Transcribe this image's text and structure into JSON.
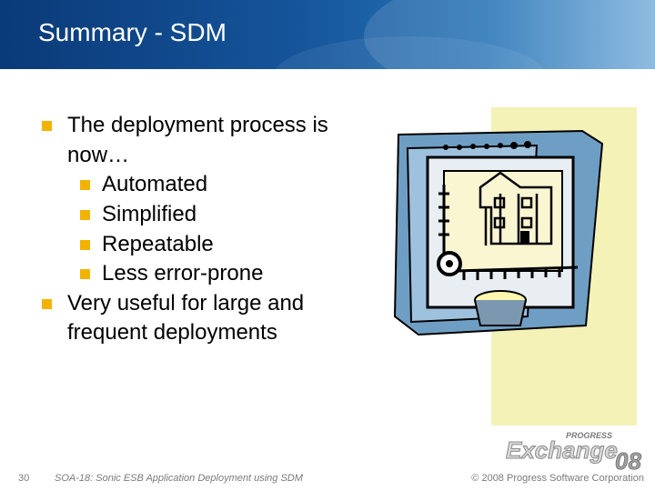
{
  "slide": {
    "title": "Summary - SDM",
    "bullets": [
      {
        "text": "The deployment process is now…"
      },
      {
        "text": "Automated"
      },
      {
        "text": "Simplified"
      },
      {
        "text": "Repeatable"
      },
      {
        "text": "Less error-prone"
      },
      {
        "text": "Very useful for large and frequent deployments"
      }
    ]
  },
  "footer": {
    "page_number": "30",
    "session": "SOA-18: Sonic ESB Application Deployment using SDM",
    "copyright": "© 2008 Progress Software Corporation"
  },
  "logo": {
    "brand": "PROGRESS",
    "name": "Exchange",
    "year": "08"
  },
  "colors": {
    "bullet": "#f2b300",
    "header": "#15549a"
  }
}
